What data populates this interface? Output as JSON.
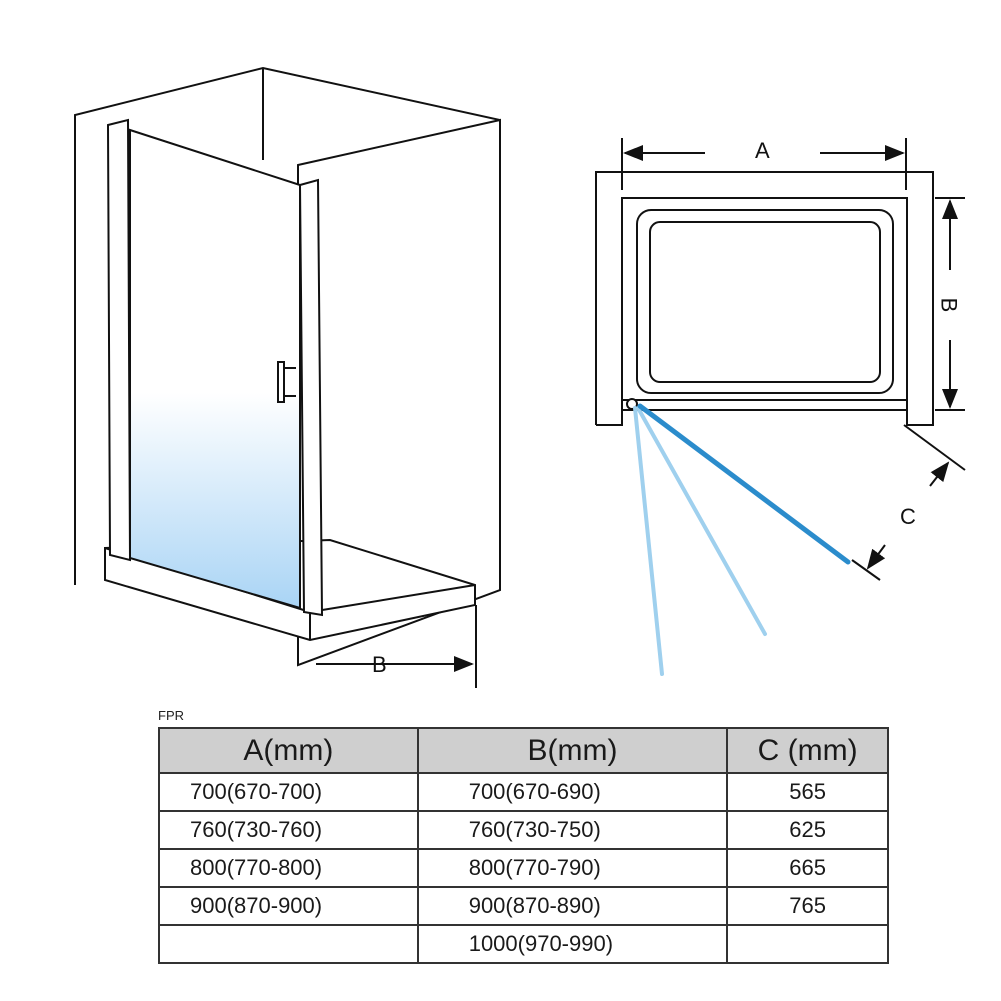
{
  "diagram": {
    "perspective_labels": {
      "b": "B"
    },
    "plan_labels": {
      "a": "A",
      "b": "B",
      "c": "C"
    },
    "colors": {
      "door_open": "#2b8ccc",
      "door_ghost": "#9fd0ee",
      "glass_gradient": "#a9d4f5"
    }
  },
  "table": {
    "caption": "FPR",
    "headers": [
      "A(mm)",
      "B(mm)",
      "C (mm)"
    ],
    "rows": [
      [
        "700(670-700)",
        "700(670-690)",
        "565"
      ],
      [
        "760(730-760)",
        "760(730-750)",
        "625"
      ],
      [
        "800(770-800)",
        "800(770-790)",
        "665"
      ],
      [
        "900(870-900)",
        "900(870-890)",
        "765"
      ],
      [
        "",
        "1000(970-990)",
        ""
      ]
    ]
  }
}
